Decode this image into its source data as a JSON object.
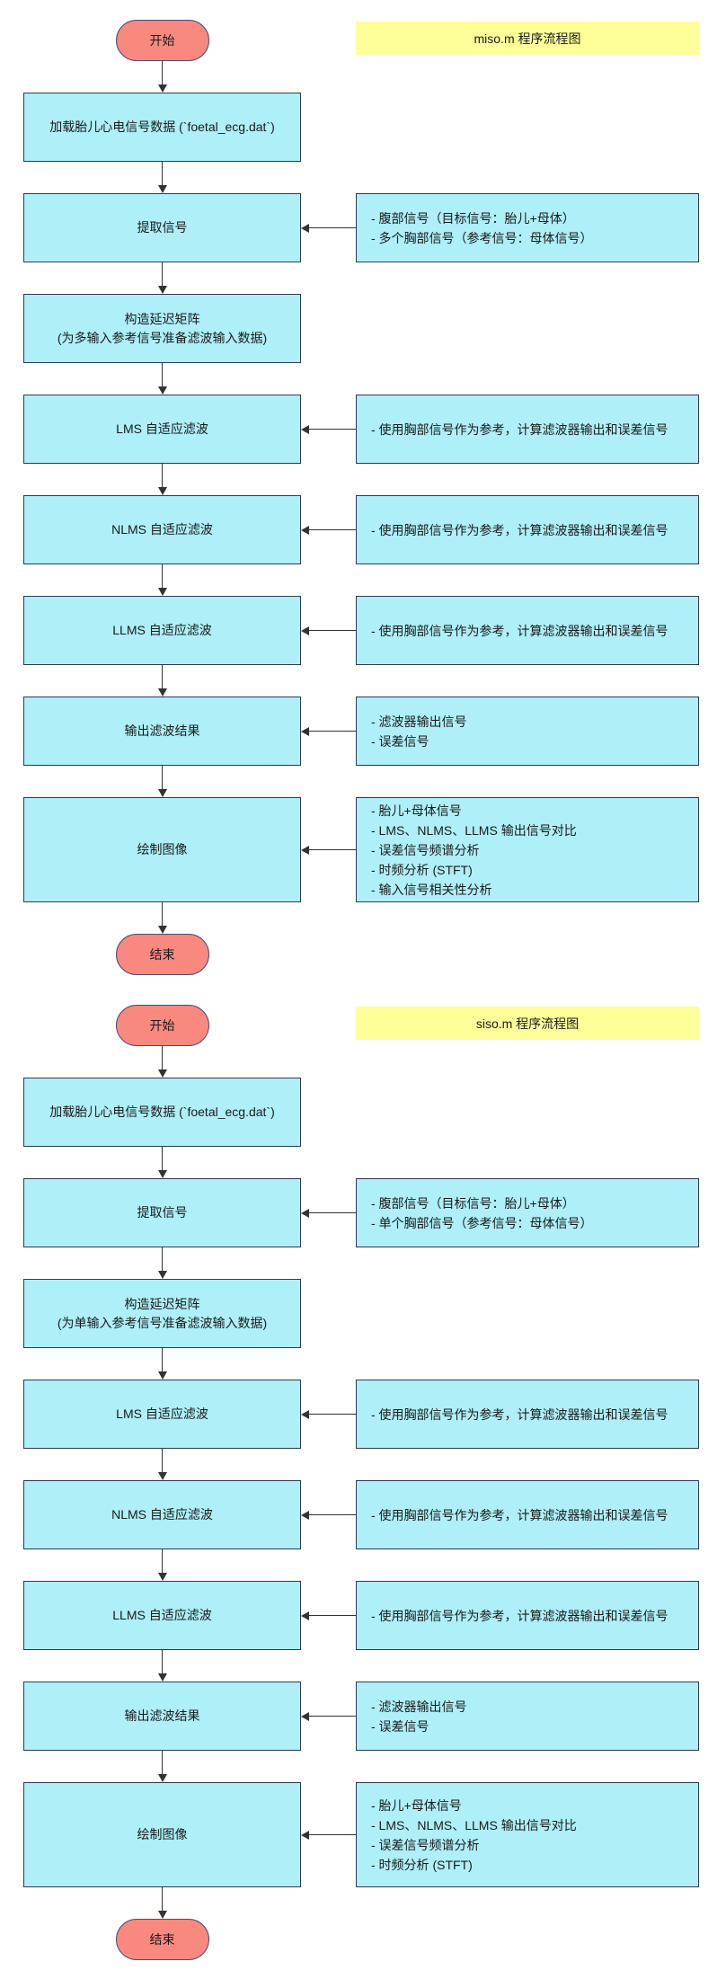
{
  "colors": {
    "process_fill": "#aeeff8",
    "process_border": "#2f3b52",
    "terminal_fill": "#f9897f",
    "terminal_border": "#4a4a78",
    "title_fill": "#ffff99",
    "arrow": "#333333",
    "text": "#1a1a1a"
  },
  "sections": [
    {
      "id": "miso",
      "title": "miso.m 程序流程图",
      "nodes": [
        {
          "id": "start",
          "type": "terminal",
          "lines": [
            "开始"
          ]
        },
        {
          "id": "load-data",
          "type": "process",
          "lines": [
            "加载胎儿心电信号数据 (`foetal_ecg.dat`)"
          ]
        },
        {
          "id": "extract-signal",
          "type": "process",
          "lines": [
            "提取信号"
          ],
          "note": [
            "- 腹部信号（目标信号：胎儿+母体）",
            "- 多个胸部信号（参考信号：母体信号）"
          ]
        },
        {
          "id": "build-delay-matrix",
          "type": "process",
          "lines": [
            "构造延迟矩阵",
            "(为多输入参考信号准备滤波输入数据)"
          ]
        },
        {
          "id": "lms-filter",
          "type": "process",
          "lines": [
            "LMS 自适应滤波"
          ],
          "note": [
            "- 使用胸部信号作为参考，计算滤波器输出和误差信号"
          ]
        },
        {
          "id": "nlms-filter",
          "type": "process",
          "lines": [
            "NLMS 自适应滤波"
          ],
          "note": [
            "- 使用胸部信号作为参考，计算滤波器输出和误差信号"
          ]
        },
        {
          "id": "llms-filter",
          "type": "process",
          "lines": [
            "LLMS 自适应滤波"
          ],
          "note": [
            "- 使用胸部信号作为参考，计算滤波器输出和误差信号"
          ]
        },
        {
          "id": "output-results",
          "type": "process",
          "lines": [
            "输出滤波结果"
          ],
          "note": [
            "- 滤波器输出信号",
            "- 误差信号"
          ]
        },
        {
          "id": "plot-figures",
          "type": "process",
          "tall": true,
          "lines": [
            "绘制图像"
          ],
          "note": [
            "- 胎儿+母体信号",
            "- LMS、NLMS、LLMS 输出信号对比",
            "- 误差信号频谱分析",
            "- 时频分析 (STFT)",
            "- 输入信号相关性分析"
          ]
        },
        {
          "id": "end",
          "type": "terminal",
          "lines": [
            "结束"
          ]
        }
      ]
    },
    {
      "id": "siso",
      "title": "siso.m 程序流程图",
      "nodes": [
        {
          "id": "start",
          "type": "terminal",
          "lines": [
            "开始"
          ]
        },
        {
          "id": "load-data",
          "type": "process",
          "lines": [
            "加载胎儿心电信号数据 (`foetal_ecg.dat`)"
          ]
        },
        {
          "id": "extract-signal",
          "type": "process",
          "lines": [
            "提取信号"
          ],
          "note": [
            "- 腹部信号（目标信号：胎儿+母体）",
            "- 单个胸部信号（参考信号：母体信号）"
          ]
        },
        {
          "id": "build-delay-matrix",
          "type": "process",
          "lines": [
            "构造延迟矩阵",
            "(为单输入参考信号准备滤波输入数据)"
          ]
        },
        {
          "id": "lms-filter",
          "type": "process",
          "lines": [
            "LMS 自适应滤波"
          ],
          "note": [
            "- 使用胸部信号作为参考，计算滤波器输出和误差信号"
          ]
        },
        {
          "id": "nlms-filter",
          "type": "process",
          "lines": [
            "NLMS 自适应滤波"
          ],
          "note": [
            "- 使用胸部信号作为参考，计算滤波器输出和误差信号"
          ]
        },
        {
          "id": "llms-filter",
          "type": "process",
          "lines": [
            "LLMS 自适应滤波"
          ],
          "note": [
            "- 使用胸部信号作为参考，计算滤波器输出和误差信号"
          ]
        },
        {
          "id": "output-results",
          "type": "process",
          "lines": [
            "输出滤波结果"
          ],
          "note": [
            "- 滤波器输出信号",
            "- 误差信号"
          ]
        },
        {
          "id": "plot-figures",
          "type": "process",
          "tall": true,
          "lines": [
            "绘制图像"
          ],
          "note": [
            "- 胎儿+母体信号",
            "- LMS、NLMS、LLMS 输出信号对比",
            "- 误差信号频谱分析",
            "- 时频分析 (STFT)"
          ]
        },
        {
          "id": "end",
          "type": "terminal",
          "lines": [
            "结束"
          ]
        }
      ]
    }
  ]
}
